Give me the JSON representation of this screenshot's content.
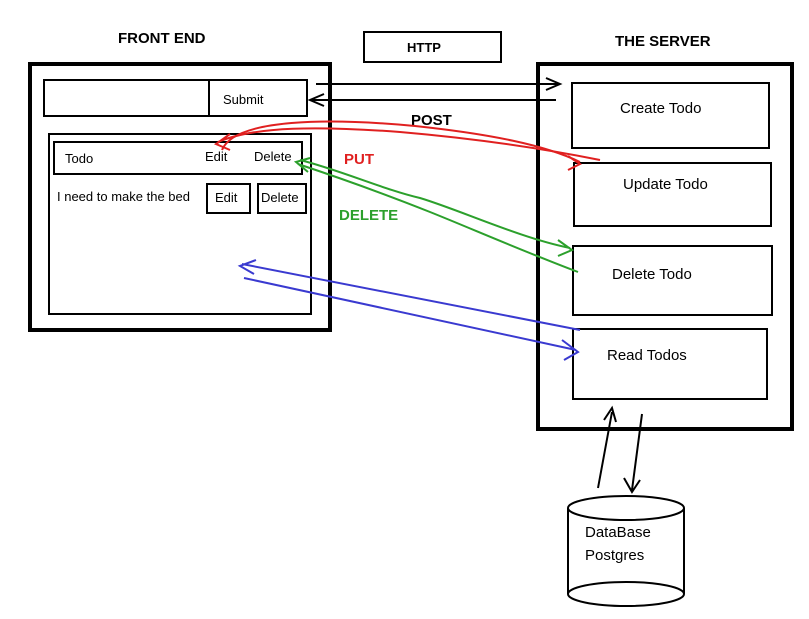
{
  "frontend": {
    "title": "FRONT END",
    "submit_label": "Submit",
    "header_row": {
      "todo": "Todo",
      "edit": "Edit",
      "delete": "Delete"
    },
    "item_row": {
      "text": "I need to make the bed",
      "edit": "Edit",
      "delete": "Delete"
    }
  },
  "http": {
    "label": "HTTP"
  },
  "server": {
    "title": "THE SERVER",
    "endpoints": [
      {
        "label": "Create Todo"
      },
      {
        "label": "Update Todo"
      },
      {
        "label": "Delete Todo"
      },
      {
        "label": "Read Todos"
      }
    ]
  },
  "arrows": {
    "post": "POST",
    "put": "PUT",
    "delete": "DELETE",
    "colors": {
      "post": "#000000",
      "put": "#e02020",
      "delete": "#2ca02c",
      "read": "#3a3ad0"
    }
  },
  "database": {
    "line1": "DataBase",
    "line2": "Postgres"
  }
}
